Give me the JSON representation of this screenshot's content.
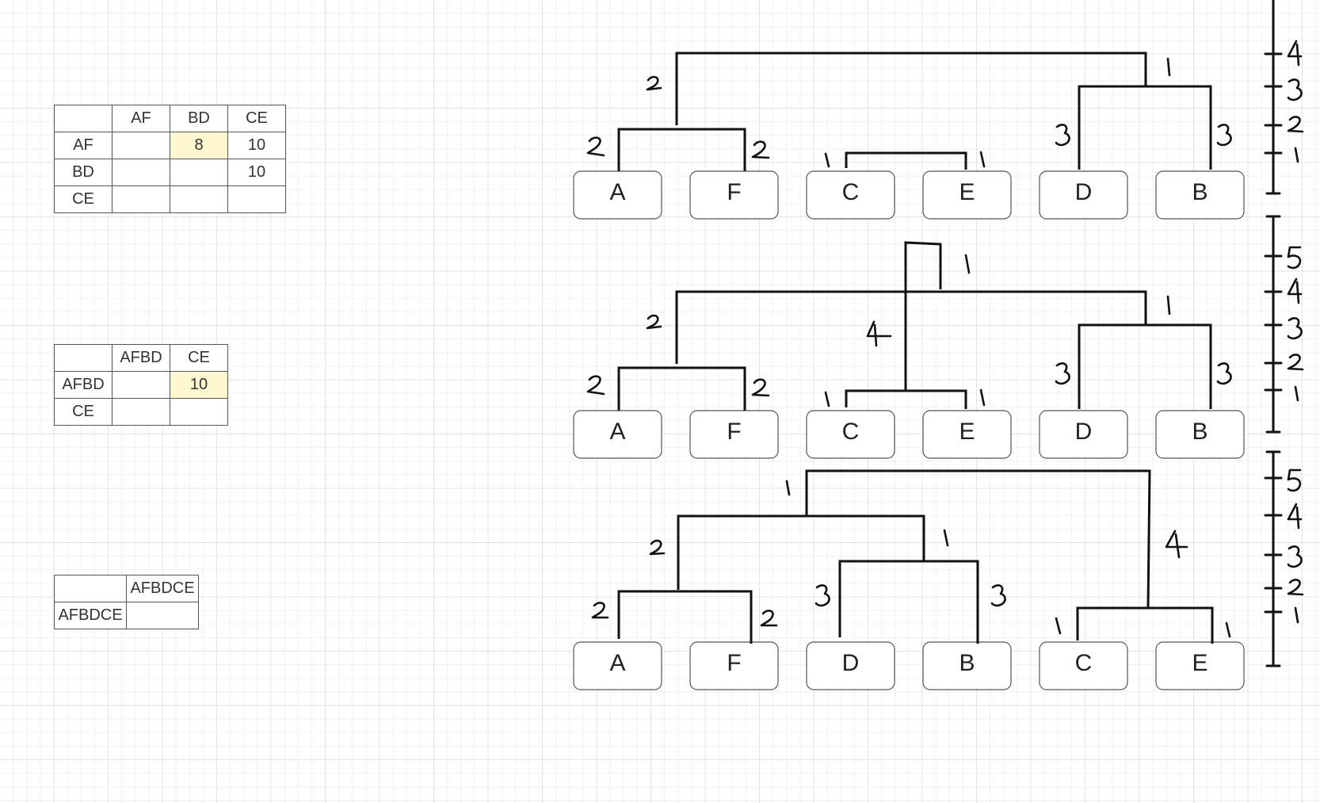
{
  "matrices": [
    {
      "headers": [
        "",
        "AF",
        "BD",
        "CE"
      ],
      "rows": [
        [
          "AF",
          "",
          "8",
          "10"
        ],
        [
          "BD",
          "",
          "",
          "10"
        ],
        [
          "CE",
          "",
          "",
          ""
        ]
      ]
    },
    {
      "headers": [
        "",
        "AFBD",
        "CE"
      ],
      "rows": [
        [
          "AFBD",
          "",
          "10"
        ],
        [
          "CE",
          "",
          ""
        ]
      ]
    },
    {
      "headers": [
        "",
        "AFBDCE"
      ],
      "rows": [
        [
          "AFBDCE",
          ""
        ]
      ]
    }
  ],
  "highlight_color": "#fdf8cf",
  "dendrograms": [
    {
      "leaves": [
        "A",
        "F",
        "C",
        "E",
        "D",
        "B"
      ],
      "branch_labels": [
        "2",
        "2",
        "1",
        "1",
        "3",
        "3",
        "2",
        "1"
      ],
      "scale_ticks": [
        "4",
        "3",
        "2",
        "1"
      ]
    },
    {
      "leaves": [
        "A",
        "F",
        "C",
        "E",
        "D",
        "B"
      ],
      "branch_labels": [
        "2",
        "2",
        "1",
        "1",
        "3",
        "3",
        "2",
        "1",
        "4",
        "1"
      ],
      "scale_ticks": [
        "5",
        "4",
        "3",
        "2",
        "1"
      ]
    },
    {
      "leaves": [
        "A",
        "F",
        "D",
        "B",
        "C",
        "E"
      ],
      "branch_labels": [
        "2",
        "2",
        "3",
        "3",
        "1",
        "1",
        "2",
        "1",
        "1",
        "4"
      ],
      "scale_ticks": [
        "5",
        "4",
        "3",
        "2",
        "1"
      ]
    }
  ]
}
